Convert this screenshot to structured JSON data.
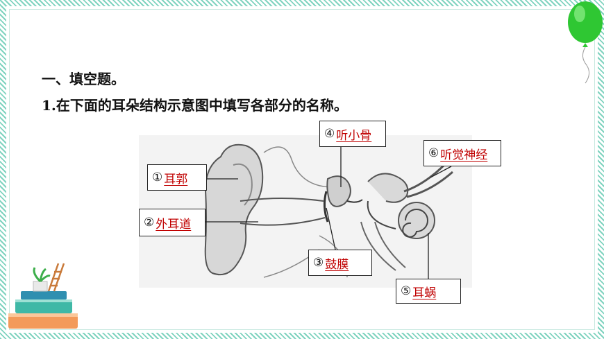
{
  "section_title": "一、填空题。",
  "question": "1.在下面的耳朵结构示意图中填写各部分的名称。",
  "labels": [
    {
      "num": "①",
      "answer": "耳郭"
    },
    {
      "num": "②",
      "answer": "外耳道"
    },
    {
      "num": "③",
      "answer": "鼓膜"
    },
    {
      "num": "④",
      "answer": "听小骨"
    },
    {
      "num": "⑤",
      "answer": "耳蜗"
    },
    {
      "num": "⑥",
      "answer": "听觉神经"
    }
  ],
  "colors": {
    "answer": "#c00000",
    "frame": "#7fd3bf",
    "balloon": "#33cc33"
  }
}
